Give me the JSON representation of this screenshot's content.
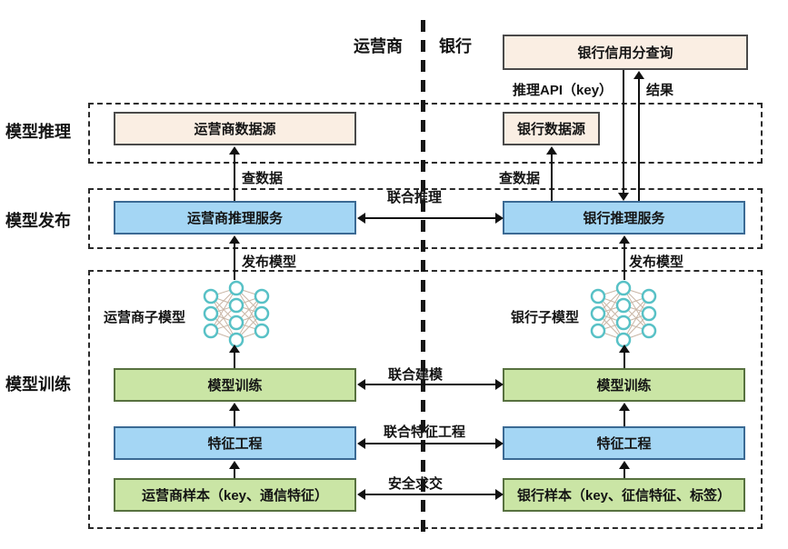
{
  "header": {
    "operator_label": "运营商",
    "bank_label": "银行"
  },
  "stages": {
    "inference": "模型推理",
    "publish": "模型发布",
    "training": "模型训练"
  },
  "boxes": {
    "bank_credit_query": "银行信用分查询",
    "operator_datasource": "运营商数据源",
    "bank_datasource": "银行数据源",
    "operator_inference_service": "运营商推理服务",
    "bank_inference_service": "银行推理服务",
    "operator_submodel": "运营商子模型",
    "bank_submodel": "银行子模型",
    "operator_training": "模型训练",
    "bank_training": "模型训练",
    "operator_feature_engineering": "特征工程",
    "bank_feature_engineering": "特征工程",
    "operator_sample": "运营商样本（key、通信特征）",
    "bank_sample": "银行样本（key、征信特征、标签）"
  },
  "arrows": {
    "inference_api": "推理API（key）",
    "result": "结果",
    "query_data_operator": "查数据",
    "query_data_bank": "查数据",
    "joint_inference": "联合推理",
    "publish_model_operator": "发布模型",
    "publish_model_bank": "发布模型",
    "joint_modeling": "联合建模",
    "joint_feature_engineering": "联合特征工程",
    "secure_intersection": "安全求交"
  },
  "colors": {
    "box_cream": "#faeee3",
    "box_blue": "#a4d6f4",
    "box_green": "#cae5a5",
    "neural_node_teal": "#58c1c6",
    "line_black": "#111111"
  }
}
